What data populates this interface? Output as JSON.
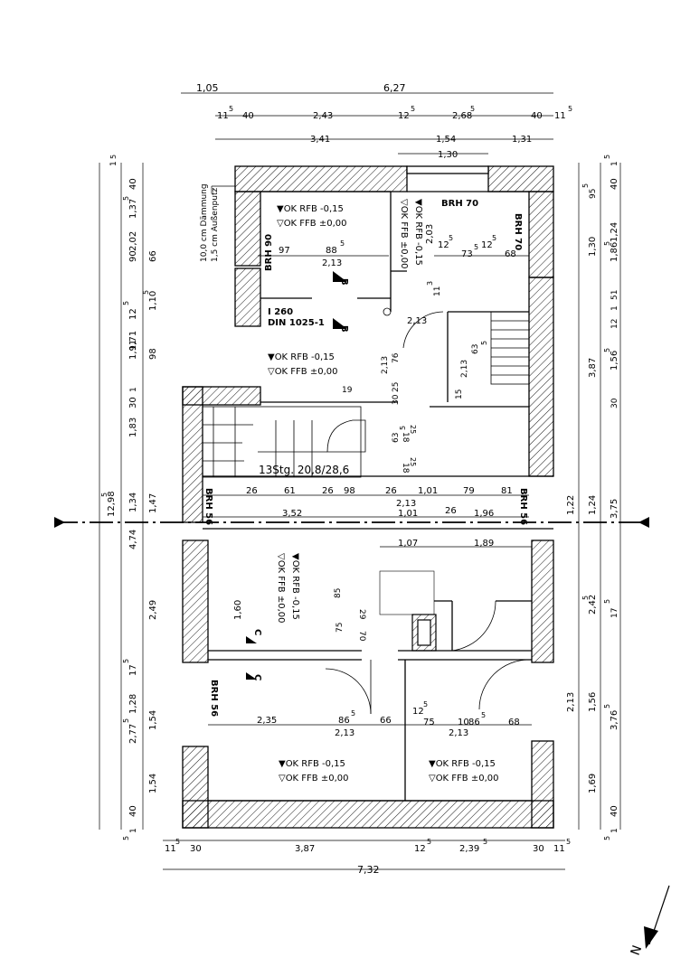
{
  "dims": {
    "top_total": "6,27",
    "top_left_ext": "1,05",
    "top_row2": [
      "11",
      "5",
      "40",
      "2,43",
      "12",
      "5",
      "2,68",
      "5",
      "40",
      "11",
      "5"
    ],
    "top_row3": [
      "3,41",
      "1,54",
      "1,31"
    ],
    "top_row4": "1,30",
    "bottom_row1": [
      "11",
      "5",
      "30",
      "3,87",
      "12",
      "5",
      "2,39",
      "5",
      "30",
      "11",
      "5"
    ],
    "bottom_total": "7,32",
    "left_outer": "12,98",
    "left_outer_sup": "5",
    "left_col2": [
      "2,02",
      "1,71",
      "1,83",
      "1,34",
      "4,74",
      "2,49",
      "2,77",
      "5",
      "1,54"
    ],
    "left_col3": [
      "1,37",
      "5",
      "66",
      "90",
      "1,10",
      "5",
      "1,91",
      "98",
      "1,47",
      "1,60",
      "1,28",
      "1,54"
    ],
    "left_small": [
      "1",
      "5",
      "40",
      "12",
      "5",
      "1",
      "30",
      "17",
      "5",
      "40",
      "1",
      "5"
    ],
    "right_col1": [
      "1,86",
      "5",
      "1,56",
      "5",
      "3,75",
      "3,76",
      "5"
    ],
    "right_col2": [
      "1,30",
      "3,87",
      "1,24",
      "2,42",
      "5",
      "2,13",
      "1,69"
    ],
    "right_small": [
      "1",
      "5",
      "40",
      "95",
      "5",
      "1,24",
      "51",
      "1",
      "12",
      "30",
      "1,22",
      "1,56",
      "40",
      "1",
      "5",
      "17",
      "5"
    ]
  },
  "rooms": {
    "room_top_left": {
      "level1": "▼OK RFB -0,15",
      "level2": "▽OK FFB ±0,00",
      "brh": "BRH 90",
      "d1": "97",
      "d2": "88",
      "d2_sup": "5",
      "d3": "2,13"
    },
    "room_top_right": {
      "brh1": "BRH 70",
      "brh2": "BRH 70",
      "level1": "▼OK RFB -0,15",
      "level2": "▽OK FFB ±0,00",
      "d1": "2,03",
      "d2": "12",
      "d2_sup": "5",
      "d3": "73",
      "d3_sup": "5",
      "d4": "12",
      "d4_sup": "5",
      "d5": "68",
      "d6": "11",
      "d6_sup": "3"
    },
    "room_center": {
      "beam1": "I 260",
      "beam2": "DIN 1025-1",
      "level1": "▼OK RFB -0,15",
      "level2": "▽OK FFB ±0,00",
      "d1": "76",
      "d2": "2,13",
      "d3": "19",
      "d4": "2,13",
      "d5": "63",
      "d5_sup": "5",
      "d6": "2,13",
      "d7": "15",
      "d8": "25",
      "d9": "30",
      "d10": "18",
      "d10_sup": "25",
      "d11": "63",
      "d11_sup": "5",
      "d12": "18",
      "d12_sup": "25"
    },
    "stairs": {
      "label": "13Stg. 20,8/28,6"
    },
    "hall": {
      "dims_row": [
        "26",
        "61",
        "26",
        "98",
        "26",
        "1,01",
        "79",
        "81"
      ],
      "d2_13": "2,13",
      "d1_01": "1,01",
      "d26": "26",
      "d1_96": "1,96",
      "d3_52": "3,52",
      "brh_left": "BRH 56",
      "brh_right": "BRH 56"
    },
    "room_mid": {
      "level1": "▼OK RFB -0,15",
      "level2": "▽OK FFB ±0,00",
      "d1": "1,07",
      "d2": "1,89",
      "d3": "85",
      "d4": "29",
      "d5": "70",
      "d6": "75",
      "d7": "1,60"
    },
    "room_bottom_left": {
      "brh": "BRH 56",
      "level1": "▼OK RFB -0,15",
      "level2": "▽OK FFB ±0,00",
      "d1": "2,35",
      "d2": "86",
      "d2_sup": "5",
      "d3": "2,13",
      "d4": "66"
    },
    "room_bottom_right": {
      "level1": "▼OK RFB -0,15",
      "level2": "▽OK FFB ±0,00",
      "d1": "12",
      "d1_sup": "5",
      "d2": "75",
      "d3": "10",
      "d4": "86",
      "d4_sup": "5",
      "d5": "68",
      "d6": "2,13"
    }
  },
  "notes": {
    "insulation1": "10,0 cm Dämmung",
    "insulation2": "1,5 cm Außenputz"
  },
  "section_marks": {
    "b": "B",
    "c": "C"
  },
  "north": "N"
}
